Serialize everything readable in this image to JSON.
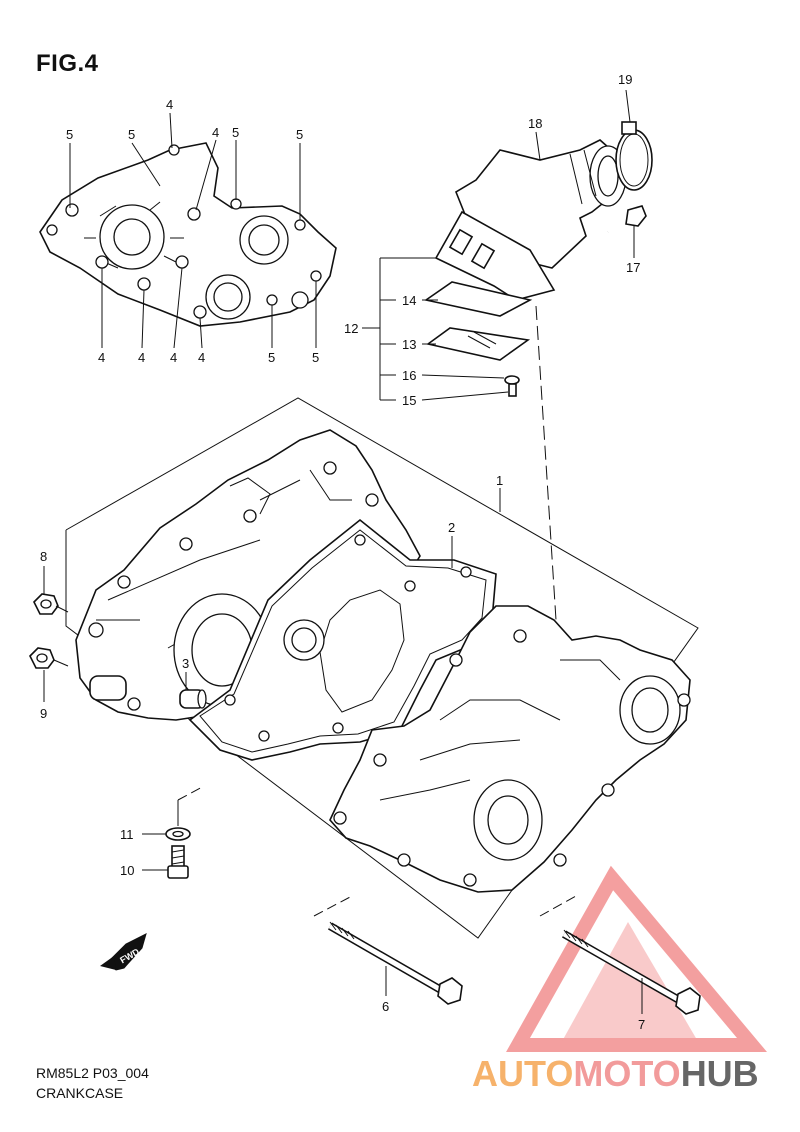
{
  "figure": {
    "title": "FIG.4"
  },
  "footer": {
    "model_code": "RM85L2 P03_004",
    "section_name": "CRANKCASE"
  },
  "fwd_arrow": {
    "label": "FWD"
  },
  "watermark": {
    "part1": "AUTO",
    "part2": "MOTO",
    "part3": "HUB",
    "color_triangle": "#f07f7f",
    "color_orange": "#f6b26b",
    "color_gray": "#666666"
  },
  "callouts": {
    "c1": "1",
    "c2": "2",
    "c3": "3",
    "c4": "4",
    "c5": "5",
    "c6": "6",
    "c7": "7",
    "c8": "8",
    "c9": "9",
    "c10": "10",
    "c11": "11",
    "c12": "12",
    "c13": "13",
    "c14": "14",
    "c15": "15",
    "c16": "16",
    "c17": "17",
    "c18": "18",
    "c19": "19"
  }
}
